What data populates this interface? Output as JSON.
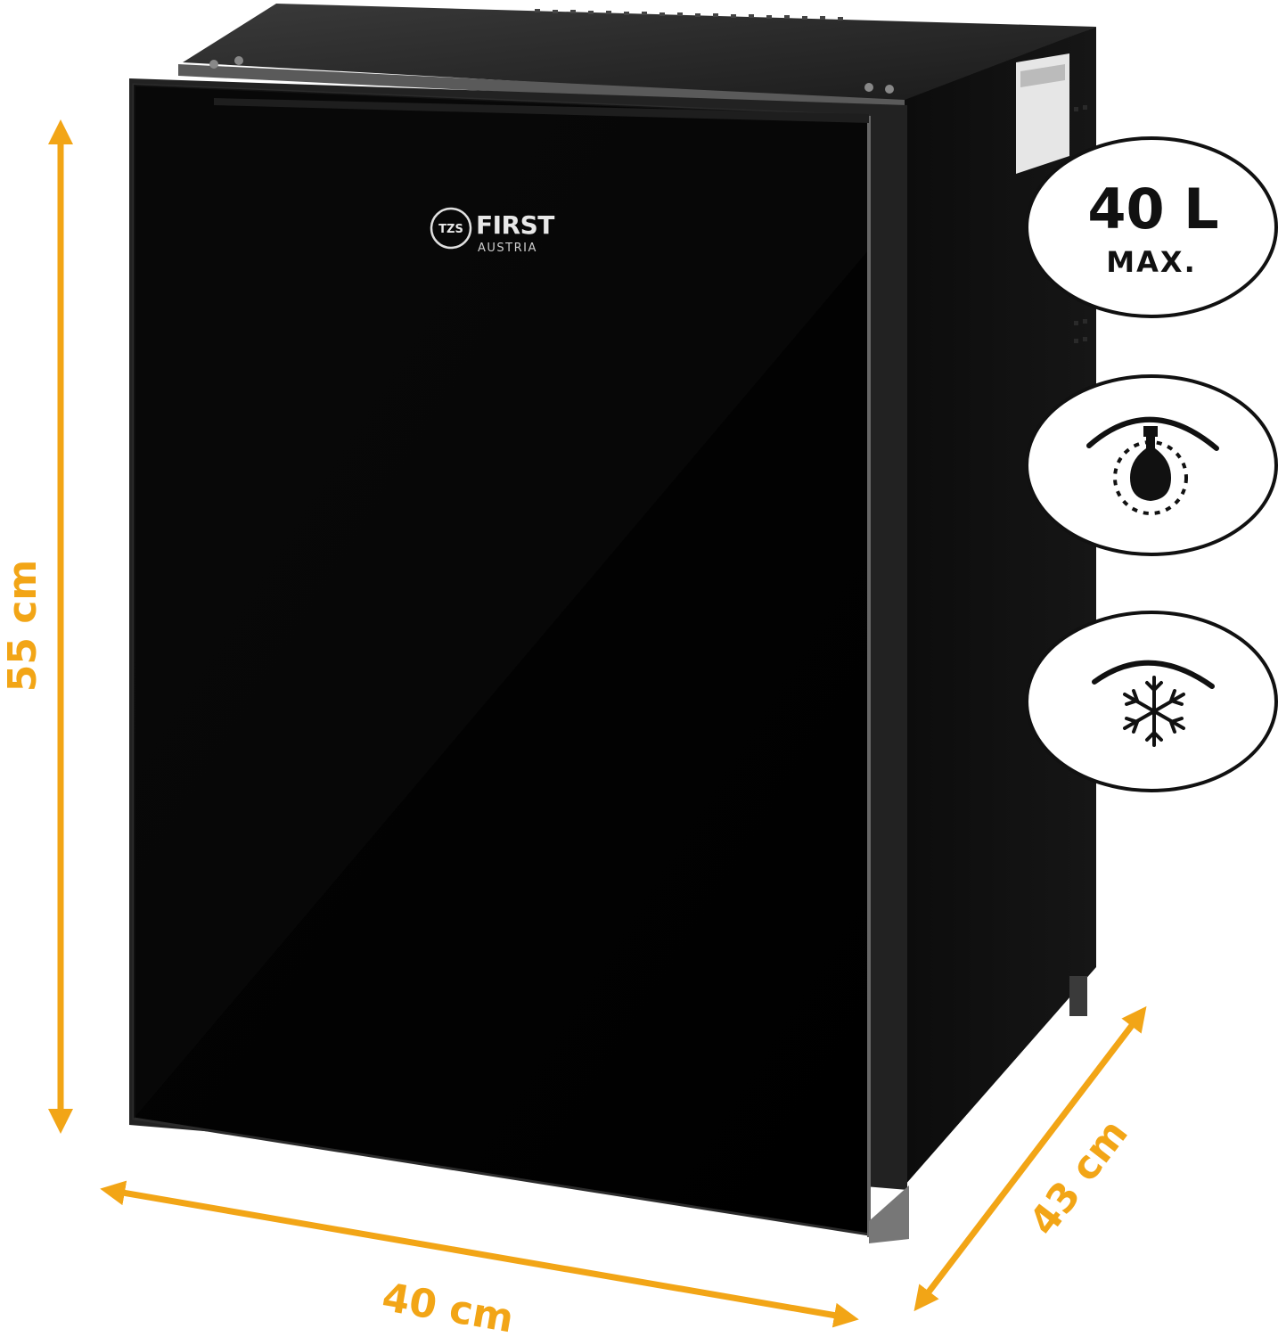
{
  "product": {
    "brand": {
      "name": "FIRST",
      "sub": "AUSTRIA",
      "badge": "TZS"
    },
    "color": "#000000"
  },
  "dimensions": {
    "height": "55 cm",
    "width": "40 cm",
    "depth": "43 cm",
    "accent_color": "#f2a516"
  },
  "badges": {
    "capacity": {
      "value": "40 L",
      "qualifier": "MAX."
    },
    "light": {
      "icon": "light-bulb-icon"
    },
    "freeze": {
      "icon": "snowflake-icon"
    }
  }
}
